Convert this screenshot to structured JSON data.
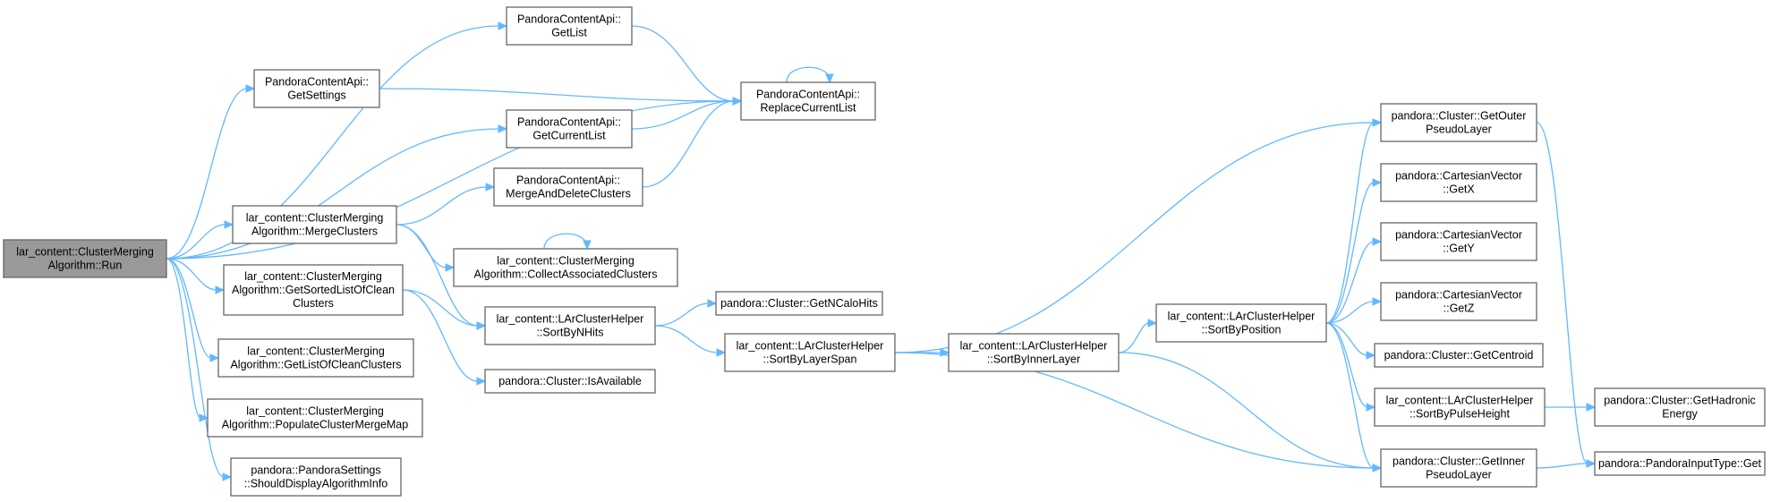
{
  "diagram": {
    "type": "call-graph",
    "colors": {
      "edge": "#63b8ff",
      "node_border": "#666666",
      "root_fill": "#999999",
      "node_fill": "#ffffff"
    },
    "nodes": [
      {
        "id": "run",
        "lines": [
          "lar_content::ClusterMerging",
          "Algorithm::Run"
        ],
        "root": true
      },
      {
        "id": "getlist",
        "lines": [
          "PandoraContentApi::",
          "GetList"
        ]
      },
      {
        "id": "getsettings",
        "lines": [
          "PandoraContentApi::",
          "GetSettings"
        ]
      },
      {
        "id": "replacecurrentlist",
        "lines": [
          "PandoraContentApi::",
          "ReplaceCurrentList"
        ]
      },
      {
        "id": "getcurrentlist",
        "lines": [
          "PandoraContentApi::",
          "GetCurrentList"
        ]
      },
      {
        "id": "mergeanddelete",
        "lines": [
          "PandoraContentApi::",
          "MergeAndDeleteClusters"
        ]
      },
      {
        "id": "mergeclusters",
        "lines": [
          "lar_content::ClusterMerging",
          "Algorithm::MergeClusters"
        ]
      },
      {
        "id": "collectassociated",
        "lines": [
          "lar_content::ClusterMerging",
          "Algorithm::CollectAssociatedClusters"
        ]
      },
      {
        "id": "getsortedlist",
        "lines": [
          "lar_content::ClusterMerging",
          "Algorithm::GetSortedListOfClean",
          "Clusters"
        ]
      },
      {
        "id": "sortbynhits",
        "lines": [
          "lar_content::LArClusterHelper",
          "::SortByNHits"
        ]
      },
      {
        "id": "getncalohits",
        "lines": [
          "pandora::Cluster::GetNCaloHits"
        ]
      },
      {
        "id": "getlistofclean",
        "lines": [
          "lar_content::ClusterMerging",
          "Algorithm::GetListOfCleanClusters"
        ]
      },
      {
        "id": "isavailable",
        "lines": [
          "pandora::Cluster::IsAvailable"
        ]
      },
      {
        "id": "sortbylayerspan",
        "lines": [
          "lar_content::LArClusterHelper",
          "::SortByLayerSpan"
        ]
      },
      {
        "id": "sortbyinnerlayer",
        "lines": [
          "lar_content::LArClusterHelper",
          "::SortByInnerLayer"
        ]
      },
      {
        "id": "populatemerge",
        "lines": [
          "lar_content::ClusterMerging",
          "Algorithm::PopulateClusterMergeMap"
        ]
      },
      {
        "id": "shoulddisplay",
        "lines": [
          "pandora::PandoraSettings",
          "::ShouldDisplayAlgorithmInfo"
        ]
      },
      {
        "id": "sortbyposition",
        "lines": [
          "lar_content::LArClusterHelper",
          "::SortByPosition"
        ]
      },
      {
        "id": "getouter",
        "lines": [
          "pandora::Cluster::GetOuter",
          "PseudoLayer"
        ]
      },
      {
        "id": "getx",
        "lines": [
          "pandora::CartesianVector",
          "::GetX"
        ]
      },
      {
        "id": "gety",
        "lines": [
          "pandora::CartesianVector",
          "::GetY"
        ]
      },
      {
        "id": "getz",
        "lines": [
          "pandora::CartesianVector",
          "::GetZ"
        ]
      },
      {
        "id": "getcentroid",
        "lines": [
          "pandora::Cluster::GetCentroid"
        ]
      },
      {
        "id": "sortbypulseheight",
        "lines": [
          "lar_content::LArClusterHelper",
          "::SortByPulseHeight"
        ]
      },
      {
        "id": "getinner",
        "lines": [
          "pandora::Cluster::GetInner",
          "PseudoLayer"
        ]
      },
      {
        "id": "gethadronic",
        "lines": [
          "pandora::Cluster::GetHadronic",
          "Energy"
        ]
      },
      {
        "id": "pandorainputtype",
        "lines": [
          "pandora::PandoraInputType::Get"
        ]
      }
    ],
    "edges": [
      [
        "run",
        "getlist"
      ],
      [
        "run",
        "getsettings"
      ],
      [
        "run",
        "replacecurrentlist"
      ],
      [
        "run",
        "getcurrentlist"
      ],
      [
        "run",
        "mergeclusters"
      ],
      [
        "run",
        "getsortedlist"
      ],
      [
        "run",
        "getlistofclean"
      ],
      [
        "run",
        "populatemerge"
      ],
      [
        "run",
        "shoulddisplay"
      ],
      [
        "getlist",
        "replacecurrentlist"
      ],
      [
        "getsettings",
        "replacecurrentlist"
      ],
      [
        "getcurrentlist",
        "replacecurrentlist"
      ],
      [
        "mergeanddelete",
        "replacecurrentlist"
      ],
      [
        "replacecurrentlist",
        "replacecurrentlist"
      ],
      [
        "mergeclusters",
        "mergeanddelete"
      ],
      [
        "mergeclusters",
        "collectassociated"
      ],
      [
        "mergeclusters",
        "sortbynhits"
      ],
      [
        "collectassociated",
        "collectassociated"
      ],
      [
        "getsortedlist",
        "sortbynhits"
      ],
      [
        "getsortedlist",
        "isavailable"
      ],
      [
        "sortbynhits",
        "getncalohits"
      ],
      [
        "sortbynhits",
        "sortbylayerspan"
      ],
      [
        "sortbylayerspan",
        "getouter"
      ],
      [
        "sortbylayerspan",
        "sortbyinnerlayer"
      ],
      [
        "sortbylayerspan",
        "getinner"
      ],
      [
        "sortbyinnerlayer",
        "sortbyposition"
      ],
      [
        "sortbyinnerlayer",
        "getinner"
      ],
      [
        "sortbyposition",
        "getouter"
      ],
      [
        "sortbyposition",
        "getx"
      ],
      [
        "sortbyposition",
        "gety"
      ],
      [
        "sortbyposition",
        "getz"
      ],
      [
        "sortbyposition",
        "getcentroid"
      ],
      [
        "sortbyposition",
        "sortbypulseheight"
      ],
      [
        "sortbyposition",
        "getinner"
      ],
      [
        "getouter",
        "pandorainputtype"
      ],
      [
        "getinner",
        "pandorainputtype"
      ],
      [
        "sortbypulseheight",
        "gethadronic"
      ]
    ]
  }
}
